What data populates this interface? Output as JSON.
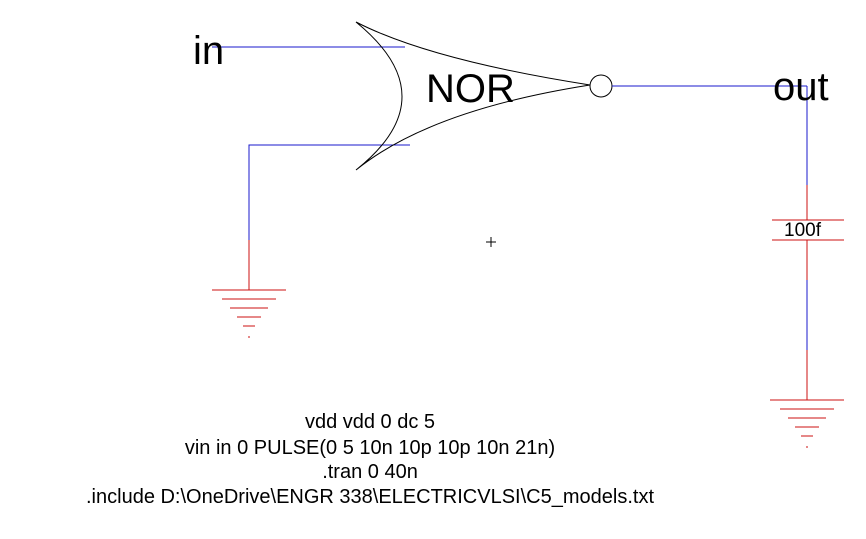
{
  "labels": {
    "input": "in",
    "output": "out",
    "gate": "NOR",
    "capacitor": "100f"
  },
  "spice": [
    "vdd vdd 0 dc 5",
    "vin in 0 PULSE(0 5 10n 10p 10p 10n 21n)",
    ".tran 0 40n",
    ".include D:\\OneDrive\\ENGR 338\\ELECTRICVLSI\\C5_models.txt"
  ],
  "colors": {
    "wire": "#1a1acc",
    "ground": "#cc1111",
    "gate": "#000000"
  }
}
